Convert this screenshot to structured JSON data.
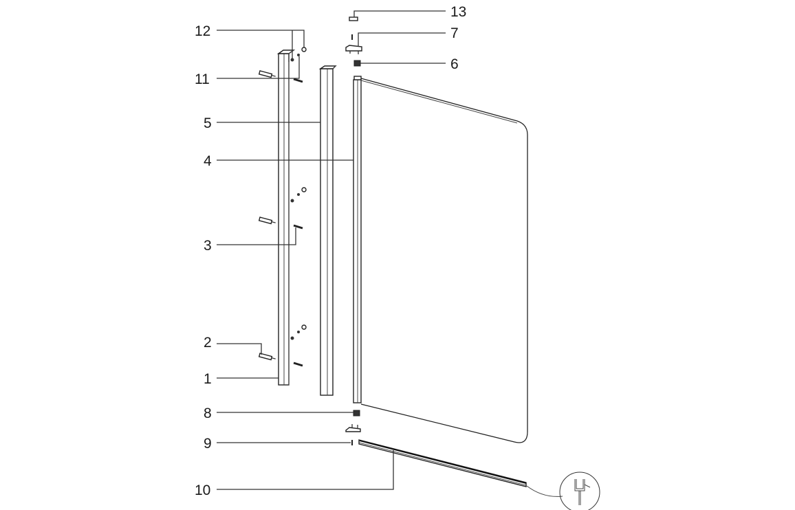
{
  "diagram": {
    "labels": {
      "p1": "1",
      "p2": "2",
      "p3": "3",
      "p4": "4",
      "p5": "5",
      "p6": "6",
      "p7": "7",
      "p8": "8",
      "p9": "9",
      "p10": "10",
      "p11": "11",
      "p12": "12",
      "p13": "13"
    },
    "line_color": "#222222",
    "background": "#ffffff"
  }
}
